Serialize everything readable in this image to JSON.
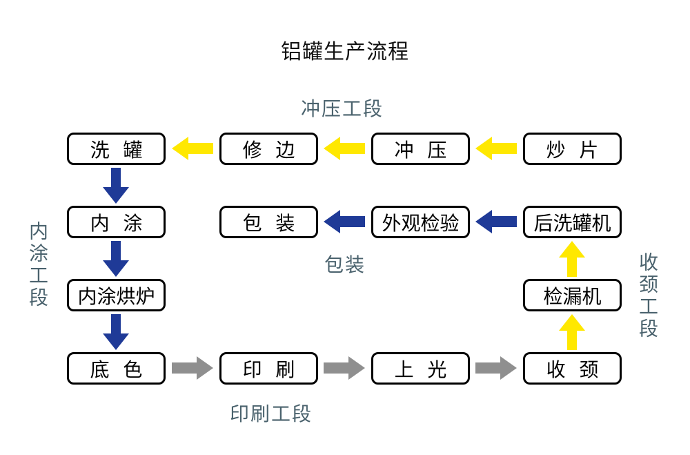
{
  "title": "铝罐生产流程",
  "colors": {
    "yellow": "#FFE800",
    "blue": "#1F3A97",
    "gray": "#8F8F8F",
    "section_label": "#4A626D",
    "box_border": "#000000",
    "box_fill": "#FFFFFF",
    "background": "#FFFFFF"
  },
  "section_labels": {
    "stamping": "冲压工段",
    "inner_coating": "内涂工段",
    "packaging": "包装",
    "necking": "收颈工段",
    "printing": "印刷工段"
  },
  "nodes": [
    {
      "id": "xiguan",
      "label": "洗 罐"
    },
    {
      "id": "xiubian",
      "label": "修 边"
    },
    {
      "id": "chongya",
      "label": "冲 压"
    },
    {
      "id": "chaopian",
      "label": "炒 片"
    },
    {
      "id": "neitu",
      "label": "内 涂"
    },
    {
      "id": "baozhuang",
      "label": "包 装"
    },
    {
      "id": "waiguanjianyan",
      "label": "外观检验"
    },
    {
      "id": "houxiguanji",
      "label": "后洗罐机"
    },
    {
      "id": "neituhonglu",
      "label": "内涂烘炉"
    },
    {
      "id": "jianlouji",
      "label": "检漏机"
    },
    {
      "id": "dise",
      "label": "底 色"
    },
    {
      "id": "yinshua",
      "label": "印 刷"
    },
    {
      "id": "shangguang",
      "label": "上 光"
    },
    {
      "id": "shoujing",
      "label": "收 颈"
    }
  ],
  "arrows": [
    {
      "from": "炒片",
      "to": "冲压",
      "color": "yellow",
      "direction": "left"
    },
    {
      "from": "冲压",
      "to": "修边",
      "color": "yellow",
      "direction": "left"
    },
    {
      "from": "修边",
      "to": "洗罐",
      "color": "yellow",
      "direction": "left"
    },
    {
      "from": "洗罐",
      "to": "内涂",
      "color": "blue",
      "direction": "down"
    },
    {
      "from": "内涂",
      "to": "内涂烘炉",
      "color": "blue",
      "direction": "down"
    },
    {
      "from": "内涂烘炉",
      "to": "底色",
      "color": "blue",
      "direction": "down"
    },
    {
      "from": "底色",
      "to": "印刷",
      "color": "gray",
      "direction": "right"
    },
    {
      "from": "印刷",
      "to": "上光",
      "color": "gray",
      "direction": "right"
    },
    {
      "from": "上光",
      "to": "收颈",
      "color": "gray",
      "direction": "right"
    },
    {
      "from": "收颈",
      "to": "检漏机",
      "color": "yellow",
      "direction": "up"
    },
    {
      "from": "检漏机",
      "to": "后洗罐机",
      "color": "yellow",
      "direction": "up"
    },
    {
      "from": "后洗罐机",
      "to": "外观检验",
      "color": "blue",
      "direction": "left"
    },
    {
      "from": "外观检验",
      "to": "包装",
      "color": "blue",
      "direction": "left"
    }
  ]
}
